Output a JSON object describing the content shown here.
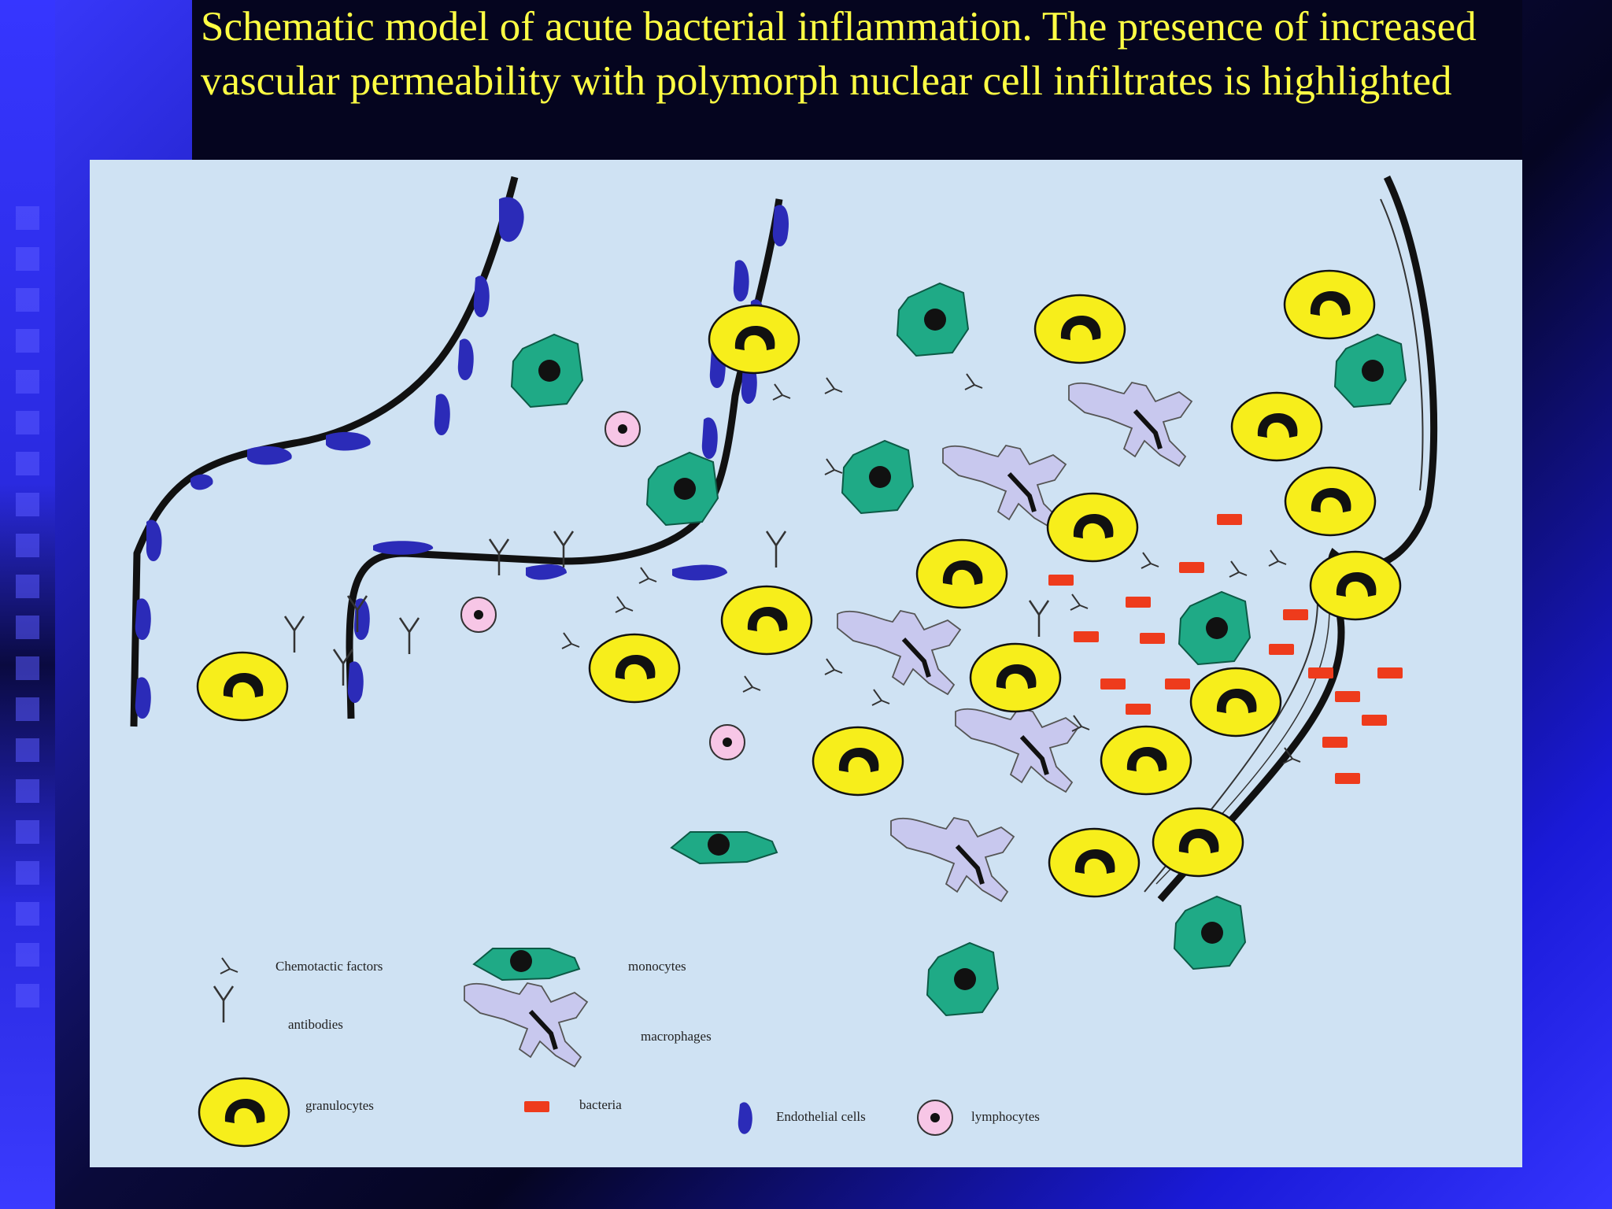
{
  "title": "Schematic model of acute bacterial inflammation. The presence of increased vascular permeability with polymorph nuclear cell infiltrates is highlighted",
  "colors": {
    "granulocyte": "#f7ee1b",
    "monocyte": "#1faa86",
    "macrophage": "#c8c8ee",
    "bacteria": "#ee3b1c",
    "endothelial": "#2b2bb8",
    "lymphocyte": "#f7c6e6",
    "panel": "#cfe2f3"
  },
  "legend": {
    "chemotactic": "Chemotactic factors",
    "antibodies": "antibodies",
    "granulocytes": "granulocytes",
    "monocytes": "monocytes",
    "macrophages": "macrophages",
    "bacteria": "bacteria",
    "endothelial": "Endothelial cells",
    "lymphocytes": "lymphocytes"
  }
}
